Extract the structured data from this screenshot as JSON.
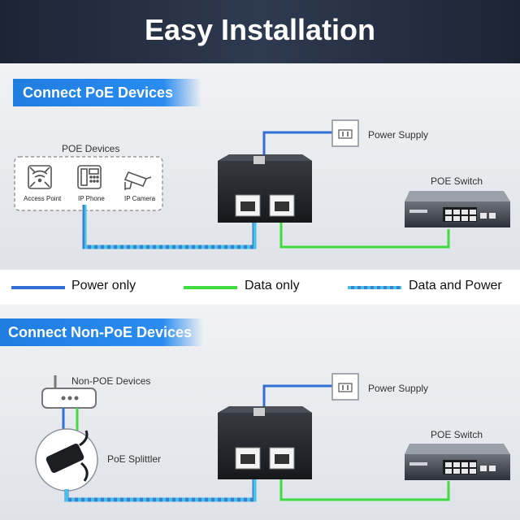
{
  "header": {
    "title": "Easy Installation"
  },
  "section1": {
    "banner": "Connect PoE Devices",
    "poe_devices_title": "POE Devices",
    "devices": [
      "Access Point",
      "IP Phone",
      "IP Camera"
    ],
    "power_supply": "Power Supply",
    "poe_switch": "POE Switch"
  },
  "legend": {
    "power_only": "Power only",
    "data_only": "Data only",
    "data_and_power": "Data and Power"
  },
  "section2": {
    "banner": "Connect Non-PoE Devices",
    "non_poe_devices": "Non-POE Devices",
    "poe_splitter": "PoE Splittler",
    "power_supply": "Power Supply",
    "poe_switch": "POE Switch"
  },
  "colors": {
    "power": "#2f6fd6",
    "data": "#3fdc3f",
    "data_power": "#3a86c8",
    "banner": "#1f7de0"
  }
}
